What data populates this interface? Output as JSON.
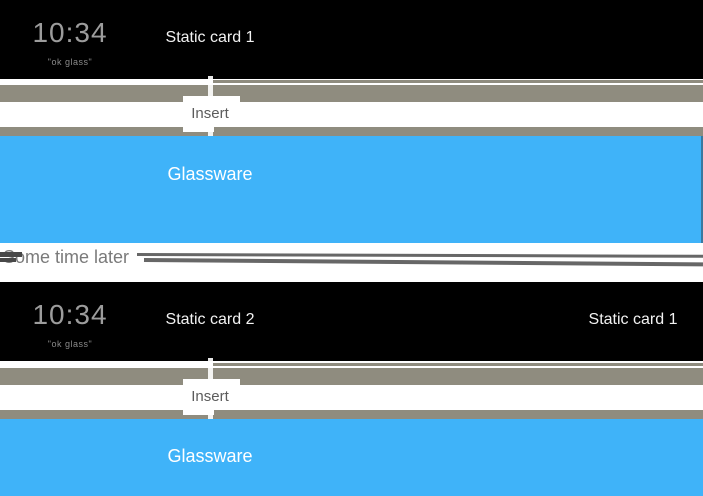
{
  "colors": {
    "card_black": "#000000",
    "connector_gray": "#8f8c7f",
    "glassware_blue": "#3fb3f9",
    "insert_text": "#5c5c5c",
    "divider_text": "#7a7a7a",
    "divider_line": "#676767",
    "clock_text": "#9c9c9c",
    "hotword_text": "#8a8a8a",
    "card_label_text": "#f2f2f2"
  },
  "timeline_before": {
    "home_card": {
      "time": "10:34",
      "hotword": "\"ok glass\""
    },
    "cards": [
      {
        "label": "Static card 1"
      }
    ],
    "insert_label": "Insert",
    "glassware_card": {
      "label": "Glassware"
    }
  },
  "divider": {
    "label": "Some time later"
  },
  "timeline_after": {
    "home_card": {
      "time": "10:34",
      "hotword": "\"ok glass\""
    },
    "cards": [
      {
        "label": "Static card 2"
      },
      {
        "label": "Static card 1"
      }
    ],
    "insert_label": "Insert",
    "glassware_card": {
      "label": "Glassware"
    }
  }
}
